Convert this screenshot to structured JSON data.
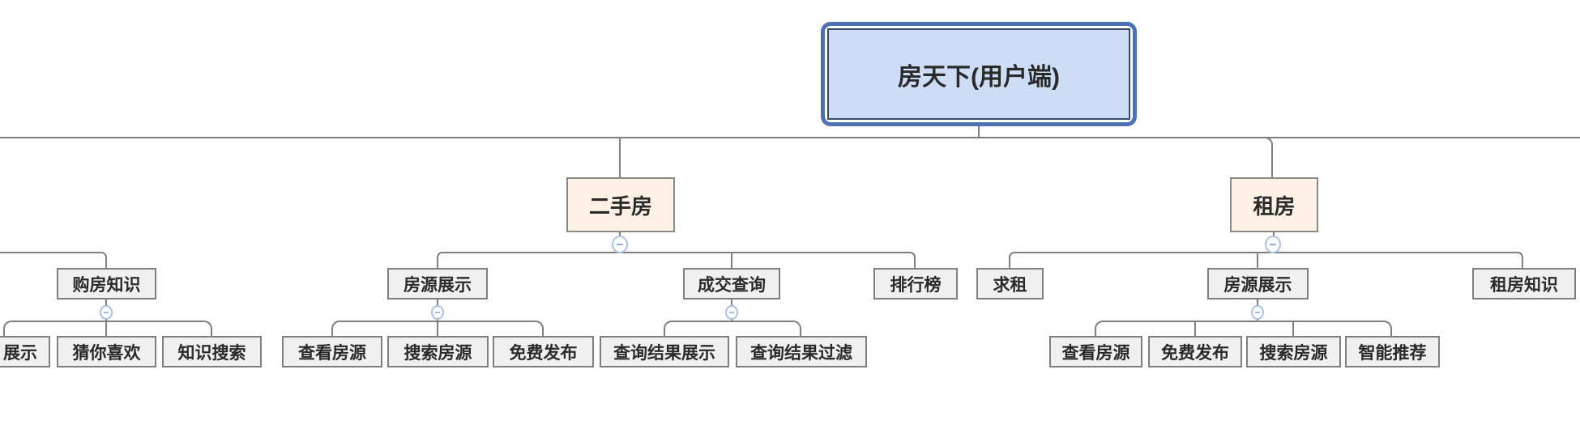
{
  "diagram_colors": {
    "root_fill": "#cdddf5",
    "root_outer_border": "#4e70b5",
    "root_inner_border": "#3a4a6b",
    "branch_fill": "#fdf1e6",
    "leaf_fill": "#f0f0f0",
    "line": "#7f7f7f",
    "collapse_icon_ring": "#aac0e6",
    "collapse_icon_glyph": "#7d98d2"
  },
  "icons": {
    "collapse_glyph": "−"
  },
  "nodes": {
    "root": "房天下(用户端)",
    "ershoufang": "二手房",
    "zufang": "租房",
    "goufang_zhishi": "购房知识",
    "fangyuan_zhanshi_left": "房源展示",
    "chengjiao_chaxun": "成交查询",
    "paihangbang": "排行榜",
    "qiuzu": "求租",
    "fangyuan_zhanshi_right": "房源展示",
    "zufang_zhishi": "租房知识",
    "zhanshi_clipped": "展示",
    "cai_ni_xihuan": "猜你喜欢",
    "zhishi_sousuo": "知识搜索",
    "chakan_fangyuan_left": "查看房源",
    "sousuo_fangyuan_left": "搜索房源",
    "mianfei_fabu_left": "免费发布",
    "chaxun_jieguo_zhanshi": "查询结果展示",
    "chaxun_jieguo_guolv": "查询结果过滤",
    "chakan_fangyuan_right": "查看房源",
    "mianfei_fabu_right": "免费发布",
    "sousuo_fangyuan_right": "搜索房源",
    "zhineng_tuijian": "智能推荐"
  }
}
